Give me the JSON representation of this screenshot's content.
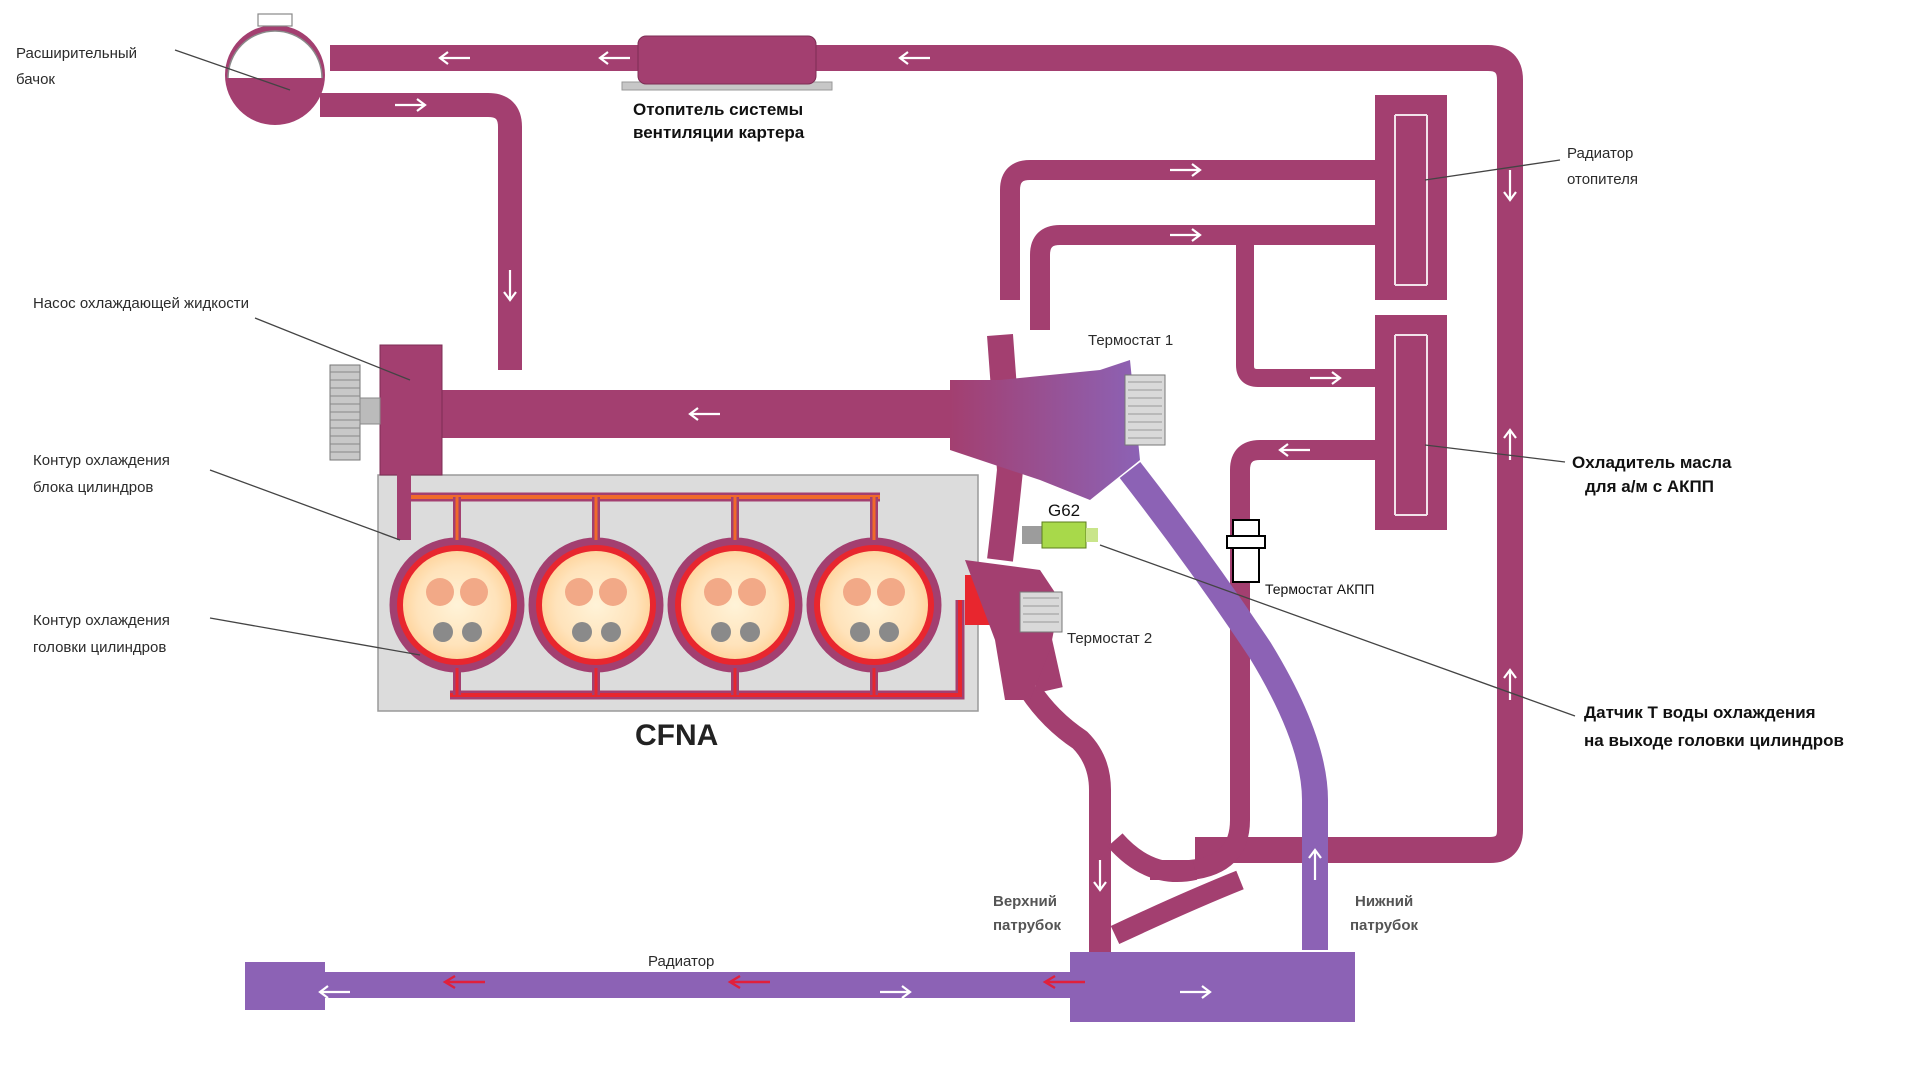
{
  "engine_code": "CFNA",
  "labels": {
    "expansion_tank": [
      "Расширительный",
      "бачок"
    ],
    "crankcase_heater": [
      "Отопитель системы",
      "вентиляции картера"
    ],
    "coolant_pump": [
      "Насос охлаждающей жидкости"
    ],
    "block_circuit": [
      "Контур охлаждения",
      "блока цилиндров"
    ],
    "head_circuit": [
      "Контур охлаждения",
      "головки цилиндров"
    ],
    "heater_radiator": [
      "Радиатор",
      "отопителя"
    ],
    "thermostat1": [
      "Термостат 1"
    ],
    "thermostat2": [
      "Термостат 2"
    ],
    "sensor_code": [
      "G62"
    ],
    "oil_cooler": [
      "Охладитель масла",
      "для а/м с АКПП"
    ],
    "atf_thermostat": [
      "Термостат АКПП"
    ],
    "temp_sensor": [
      "Датчик Т воды охлаждения",
      "на выходе головки цилиндров"
    ],
    "upper_hose": [
      "Верхний",
      "патрубок"
    ],
    "lower_hose": [
      "Нижний",
      "патрубок"
    ],
    "radiator": [
      "Радиатор"
    ]
  },
  "colors": {
    "pipe": "#a33f70",
    "pipe_cool": "#8c62b5",
    "hot": "#e8262e",
    "block": "#dddddd",
    "sensor": "#a8d94a"
  }
}
